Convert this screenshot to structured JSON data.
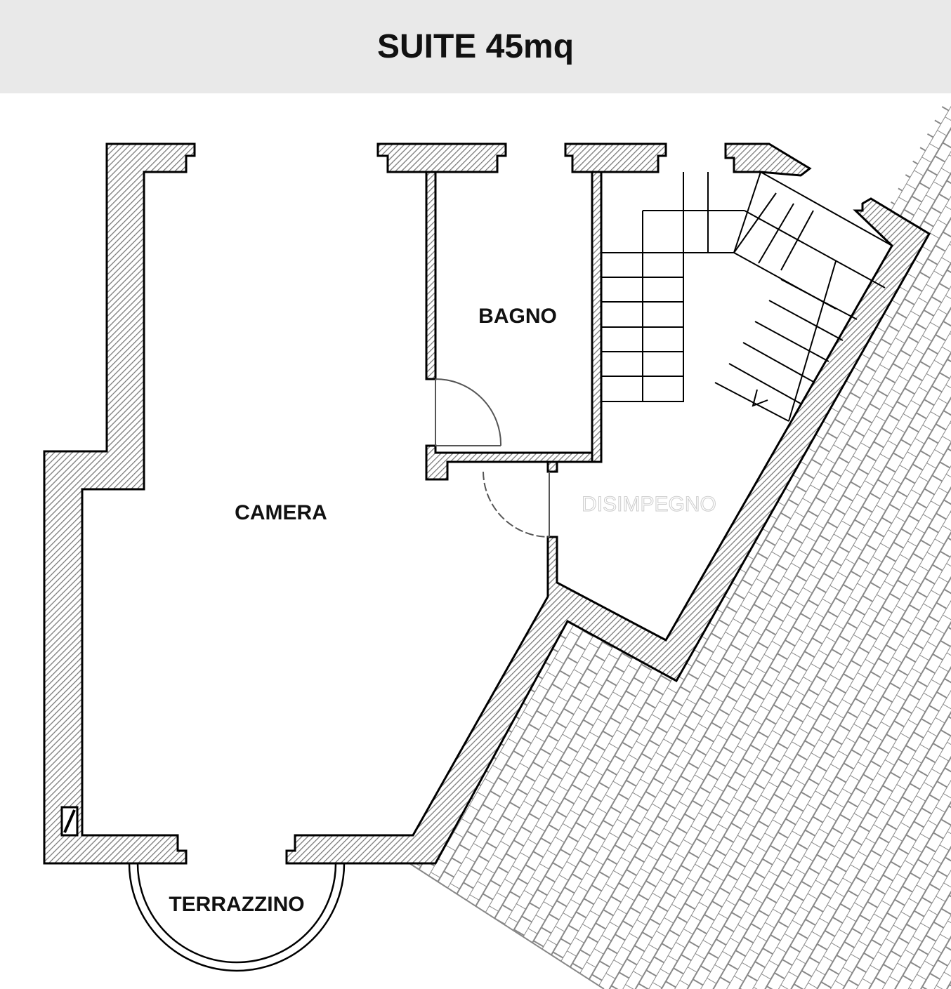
{
  "header": {
    "title": "SUITE 45mq"
  },
  "rooms": {
    "camera": "CAMERA",
    "bagno": "BAGNO",
    "disimpegno": "DISIMPEGNO",
    "terrazzino": "TERRAZZINO"
  },
  "colors": {
    "header_bg": "#e9e9e9",
    "wall_hatch": "#777777",
    "line": "#000000",
    "roof_tile": "#888888"
  }
}
